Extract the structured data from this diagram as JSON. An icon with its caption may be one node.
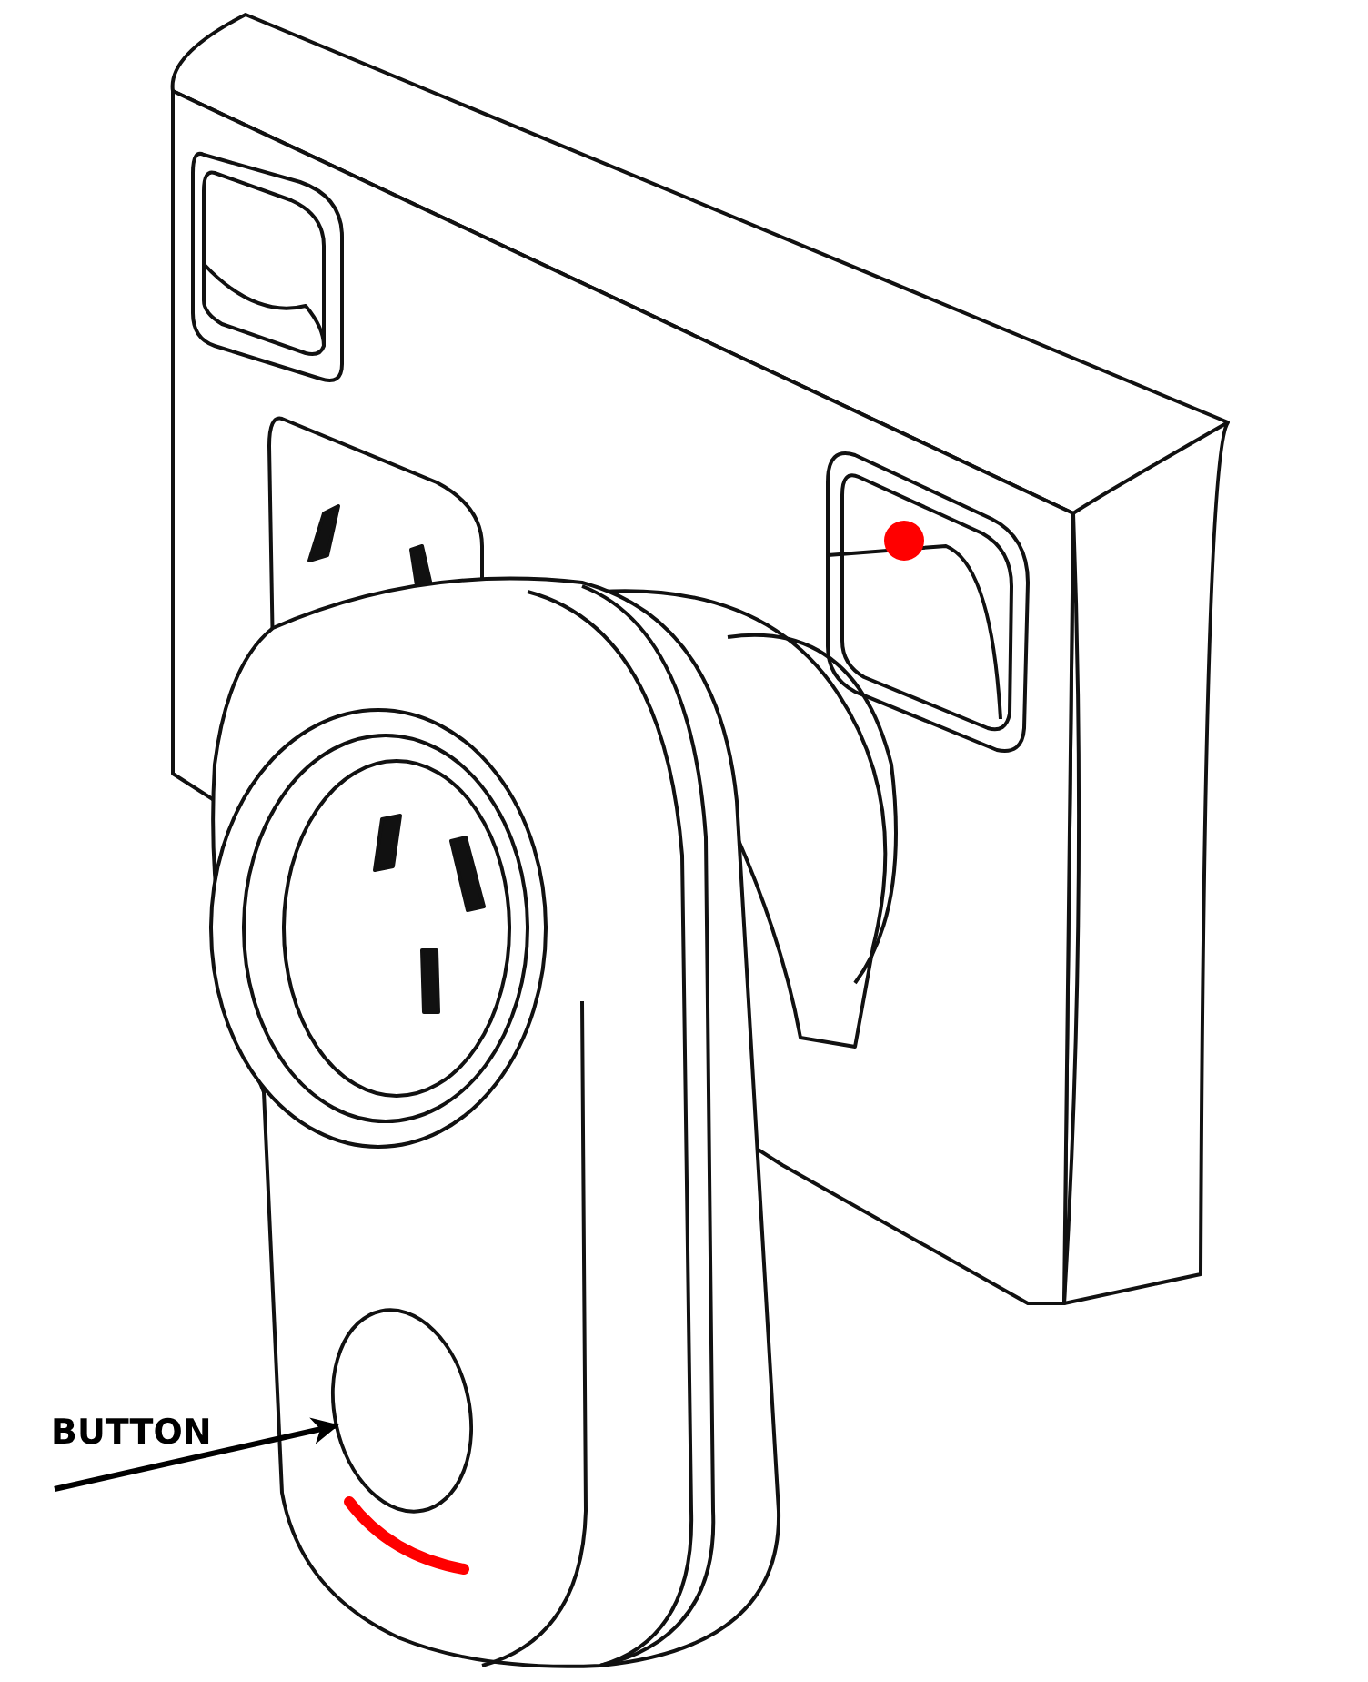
{
  "diagram": {
    "nodes": [
      {
        "text": [
          "BUTTON"
        ]
      },
      {
        "text": [],
        "shape": "circle"
      }
    ],
    "edges": [
      {
        "from": 0,
        "to": 1,
        "arrow": "to"
      }
    ]
  }
}
